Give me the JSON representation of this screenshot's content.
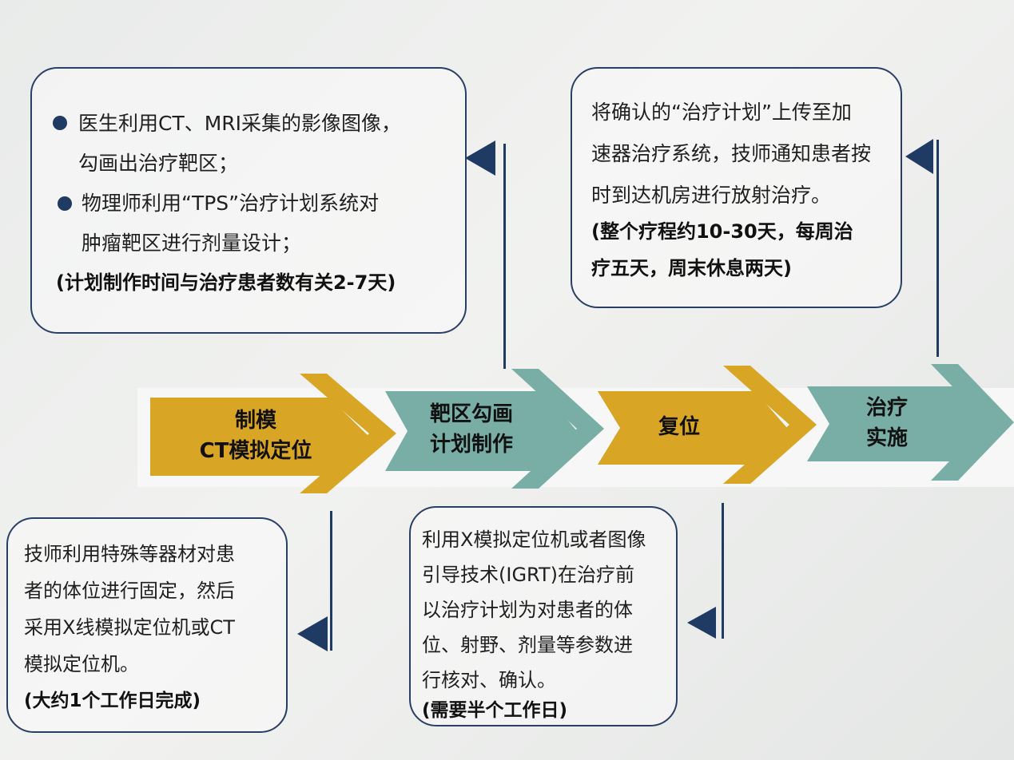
{
  "stages": [
    {
      "line1": "制模",
      "line2": "CT模拟定位",
      "color": "#d8a524"
    },
    {
      "line1": "靶区勾画",
      "line2": "计划制作",
      "color": "#78aea5"
    },
    {
      "line1": "复位",
      "line2": "",
      "color": "#d8a524"
    },
    {
      "line1": "治疗",
      "line2": "实施",
      "color": "#78aea5"
    }
  ],
  "colors": {
    "gold": "#d8a524",
    "teal": "#78aea5",
    "navy": "#1f3a63"
  },
  "box1": {
    "bullet1_line1": "医生利用CT、MRI采集的影像图像，",
    "bullet1_line2": "勾画出治疗靶区；",
    "bullet2_line1": "物理师利用“TPS”治疗计划系统对",
    "bullet2_line2": "肿瘤靶区进行剂量设计；",
    "note": "(计划制作时间与治疗患者数有关2-7天)"
  },
  "box2": {
    "line1": "将确认的“治疗计划”上传至加",
    "line2": "速器治疗系统，技师通知患者按",
    "line3": "时到达机房进行放射治疗。",
    "note1": "(整个疗程约10-30天，每周治",
    "note2": "疗五天，周末休息两天)"
  },
  "box3": {
    "line1": "技师利用特殊等器材对患",
    "line2": "者的体位进行固定，然后",
    "line3": "采用X线模拟定位机或CT",
    "line4": "模拟定位机。",
    "note": "(大约1个工作日完成)"
  },
  "box4": {
    "line1": "利用X模拟定位机或者图像",
    "line2": "引导技术(IGRT)在治疗前",
    "line3": "以治疗计划为对患者的体",
    "line4": "位、射野、剂量等参数进",
    "line5": "行核对、确认。",
    "note": "(需要半个工作日)"
  }
}
